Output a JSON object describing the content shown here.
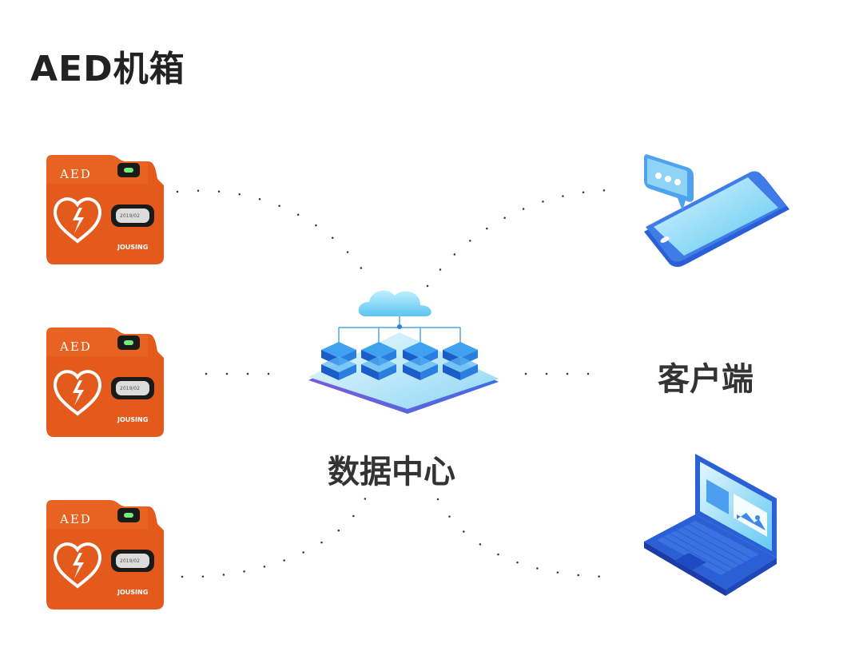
{
  "title": "AED机箱",
  "center_label": "数据中心",
  "client_label": "客户端",
  "aed_box": {
    "brand_text": "AED",
    "maker_text": "JOUSING",
    "date_text": "2019/02",
    "color": "#e05a1a"
  },
  "colors": {
    "dots": "#333333",
    "device_blue": "#2f6fd8",
    "screen_cyan": "#6fd2f2"
  }
}
